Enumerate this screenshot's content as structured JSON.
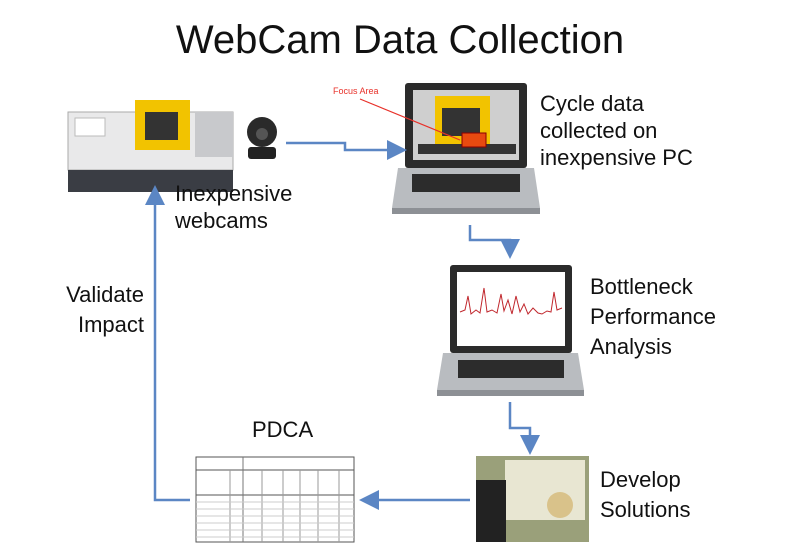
{
  "title": "WebCam Data Collection",
  "labels": {
    "webcams": [
      "Inexpensive",
      "webcams"
    ],
    "cycle": [
      "Cycle data",
      "collected on",
      "inexpensive PC"
    ],
    "bottleneck": [
      "Bottleneck",
      "Performance",
      "Analysis"
    ],
    "develop": [
      "Develop",
      "Solutions"
    ],
    "pdca": "PDCA",
    "validate": [
      "Validate",
      "Impact"
    ],
    "focus_area": "Focus Area"
  },
  "colors": {
    "arrow": "#5b86c4",
    "machine_yellow": "#f2c300",
    "focus_red": "#e8312a",
    "chart_line": "#c0272d"
  }
}
